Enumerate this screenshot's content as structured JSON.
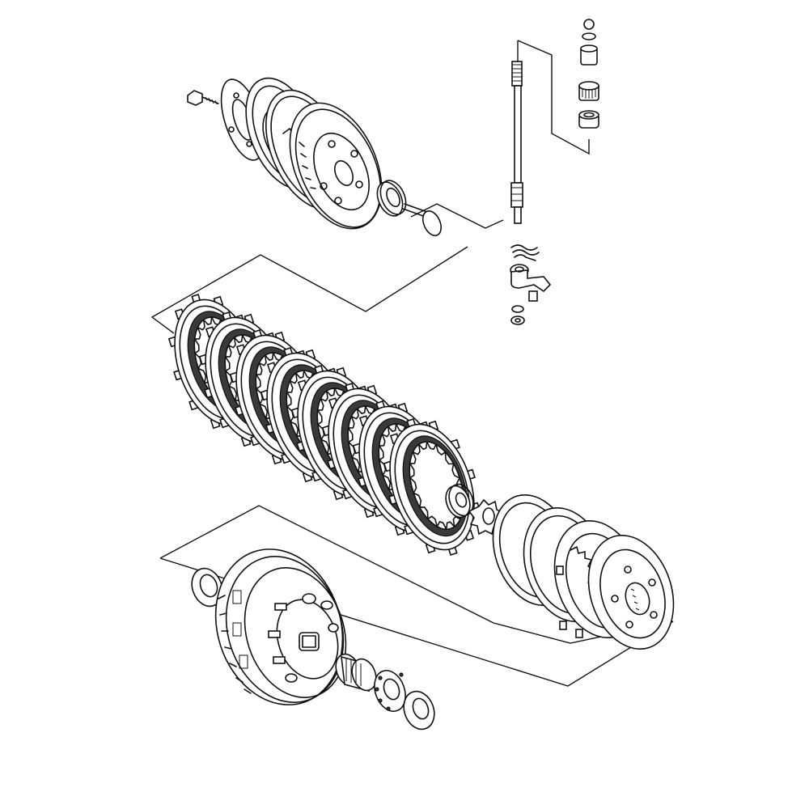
{
  "diagram": {
    "type": "exploded-view",
    "subject": "clutch-assembly",
    "labels": []
  },
  "colors": {
    "line": "#111111",
    "background": "#ffffff",
    "friction_fill": "#3a3a3a"
  },
  "parts": [
    {
      "id": "pressure-plate-bolt",
      "icon": "bolt-icon"
    },
    {
      "id": "lifter-plate",
      "icon": "plate-icon"
    },
    {
      "id": "clutch-spring-plate",
      "icon": "plate-icon"
    },
    {
      "id": "pressure-plate",
      "icon": "gear-hub-icon"
    },
    {
      "id": "release-bearing",
      "icon": "bearing-icon"
    },
    {
      "id": "push-rod-piece",
      "icon": "rod-icon"
    },
    {
      "id": "push-rod",
      "icon": "shaft-icon"
    },
    {
      "id": "circlip",
      "icon": "clip-icon"
    },
    {
      "id": "needle-bearing",
      "icon": "bearing-icon"
    },
    {
      "id": "oil-seal",
      "icon": "seal-icon"
    },
    {
      "id": "return-spring",
      "icon": "spring-icon"
    },
    {
      "id": "release-lever",
      "icon": "lever-icon"
    },
    {
      "id": "washer",
      "icon": "washer-icon"
    },
    {
      "id": "clutch-disc-stack",
      "icon": "disc-stack-icon"
    },
    {
      "id": "hub-nut",
      "icon": "nut-icon"
    },
    {
      "id": "lock-washer",
      "icon": "washer-icon"
    },
    {
      "id": "clutch-sleeve-hub",
      "icon": "hub-icon"
    },
    {
      "id": "thrust-washer",
      "icon": "washer-icon"
    },
    {
      "id": "primary-driven-gear",
      "icon": "gear-housing-icon"
    },
    {
      "id": "spacer-bearing",
      "icon": "bearing-icon"
    },
    {
      "id": "thrust-bearing",
      "icon": "bearing-icon"
    },
    {
      "id": "thrust-washer-rear",
      "icon": "washer-icon"
    }
  ]
}
